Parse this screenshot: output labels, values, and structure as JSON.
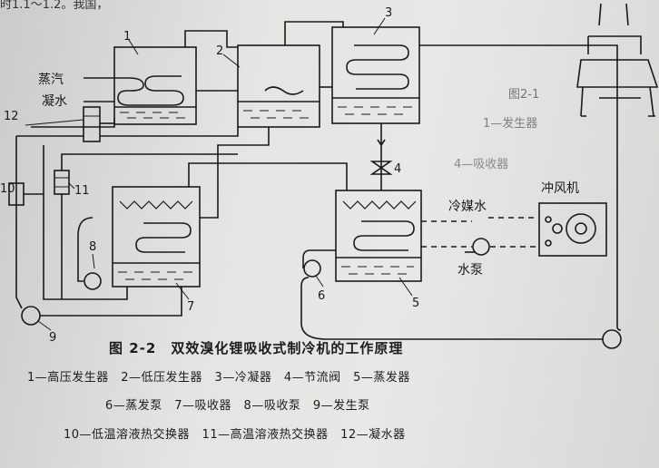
{
  "top_fragment": "时1.1～1.2。我国，",
  "diagram": {
    "labels": {
      "n1": "1",
      "n2": "2",
      "n3": "3",
      "n4": "4",
      "n5": "5",
      "n6": "6",
      "n7": "7",
      "n8": "8",
      "n9": "9",
      "n10": "10",
      "n11": "11",
      "n12": "12",
      "steam": "蒸汽",
      "condensate": "凝水",
      "chilled_water": "冷媒水",
      "pump": "水泵",
      "fan": "冲风机"
    },
    "bg_fragments": {
      "f1": "图2-1",
      "f2": "1—发生器",
      "f3": "4—吸收器"
    }
  },
  "caption": {
    "title": "图 2-2　双效溴化锂吸收式制冷机的工作原理"
  },
  "legend": {
    "line1": "1—高压发生器　2—低压发生器　3—冷凝器　4—节流阀　5—蒸发器",
    "line2": "6—蒸发泵　7—吸收器　8—吸收泵　9—发生泵",
    "line3": "10—低温溶液热交换器　11—高温溶液热交换器　12—凝水器"
  }
}
